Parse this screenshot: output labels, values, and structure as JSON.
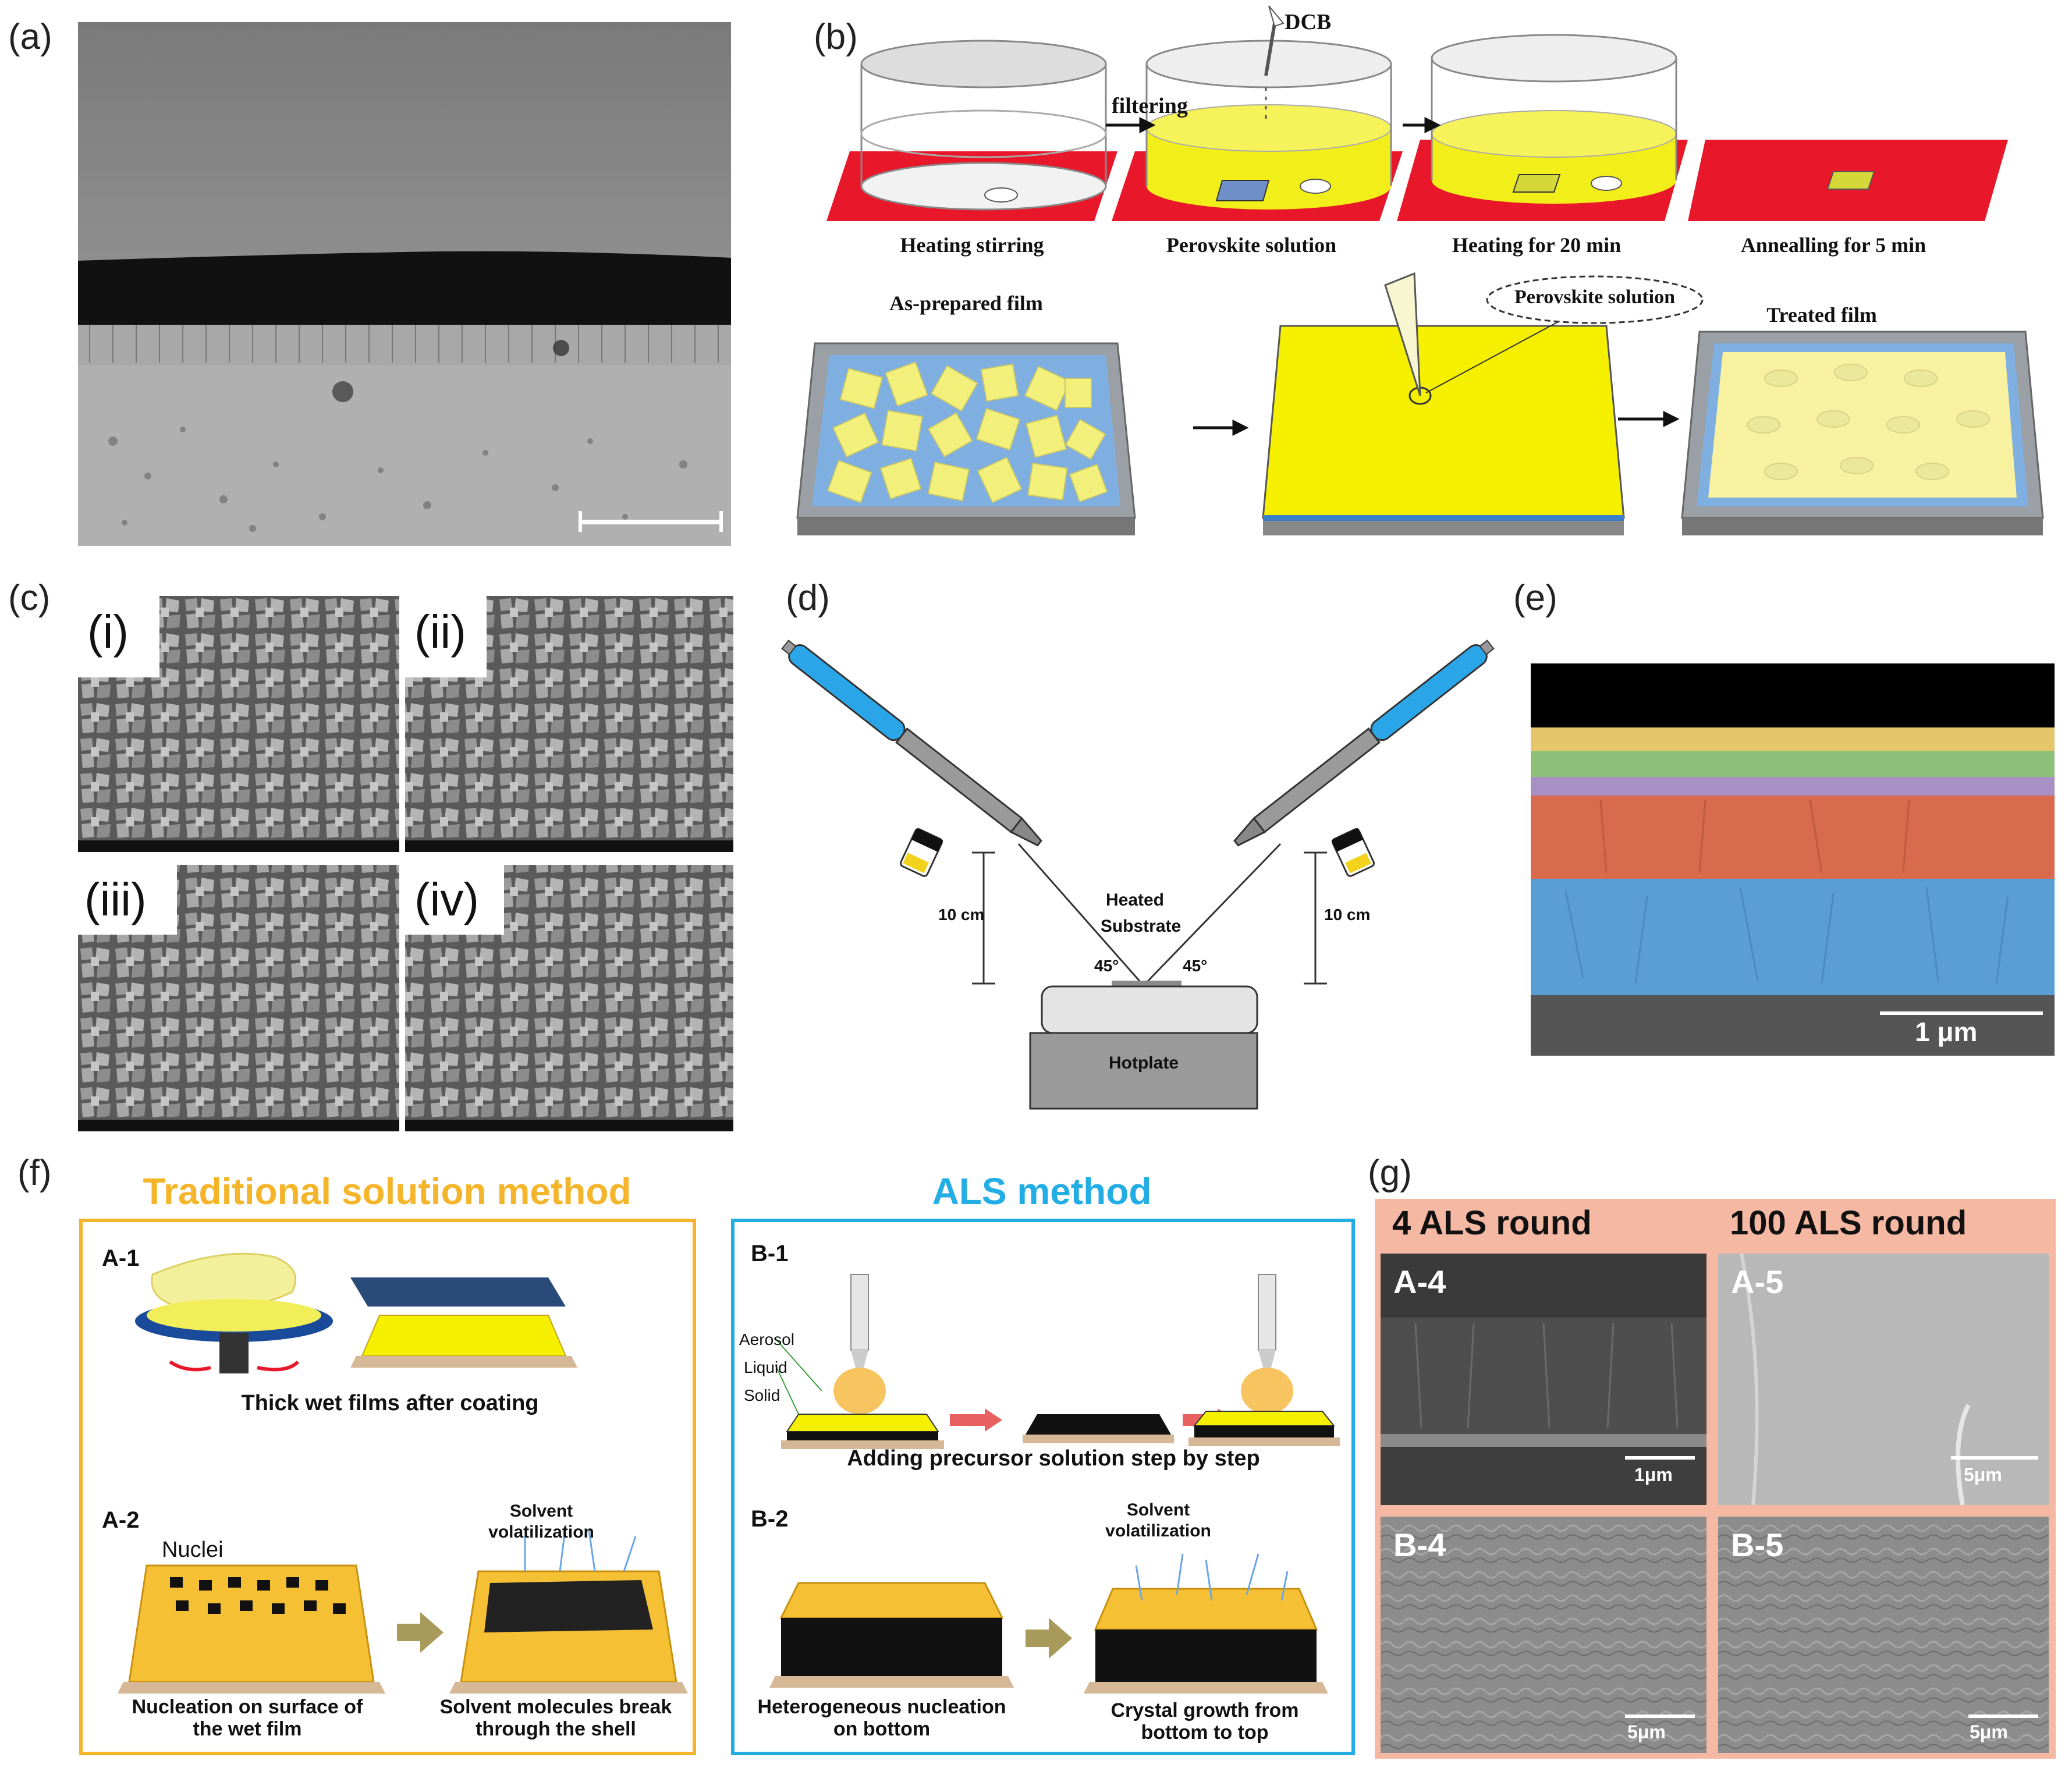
{
  "panels": {
    "a": {
      "label": "(a)"
    },
    "b": {
      "label": "(b)",
      "dcb": "DCB",
      "filtering": "filtering",
      "steps": [
        "Heating stirring",
        "Perovskite  solution",
        "Heating for 20 min",
        "Annealling for 5 min"
      ],
      "as_prepared": "As-prepared film",
      "perovskite_solution": "Perovskite  solution",
      "treated": "Treated film"
    },
    "c": {
      "label": "(c)",
      "subs": [
        "(i)",
        "(ii)",
        "(iii)",
        "(iv)"
      ]
    },
    "d": {
      "label": "(d)",
      "distance_left": "10 cm",
      "distance_right": "10 cm",
      "heated": "Heated",
      "substrate": "Substrate",
      "angle_left": "45°",
      "angle_right": "45°",
      "hotplate": "Hotplate"
    },
    "e": {
      "label": "(e)",
      "scale": "1 μm"
    },
    "f": {
      "label": "(f)",
      "traditional_title": "Traditional solution method",
      "als_title": "ALS method",
      "a1": "A-1",
      "a1_caption": "Thick wet films after coating",
      "a2": "A-2",
      "nuclei": "Nuclei",
      "solvent_vol_a": [
        "Solvent",
        "volatilization"
      ],
      "a2_caption_left": [
        "Nucleation on surface of",
        "the wet film"
      ],
      "a2_caption_right": [
        "Solvent molecules break",
        "through the shell"
      ],
      "b1": "B-1",
      "aerosol": "Aerosol",
      "liquid": "Liquid",
      "solid": "Solid",
      "b1_caption": "Adding precursor solution step by step",
      "b2": "B-2",
      "solvent_vol_b": [
        "Solvent",
        "volatilization"
      ],
      "b2_caption_left": [
        "Heterogeneous nucleation",
        "on bottom"
      ],
      "b2_caption_right": [
        "Crystal growth from",
        "bottom to top"
      ]
    },
    "g": {
      "label": "(g)",
      "col1": "4 ALS round",
      "col2": "100 ALS round",
      "tiles": [
        {
          "id": "A-4",
          "scale": "1μm"
        },
        {
          "id": "A-5",
          "scale": "5μm"
        },
        {
          "id": "B-4",
          "scale": "5μm"
        },
        {
          "id": "B-5",
          "scale": "5μm"
        }
      ]
    }
  },
  "colors": {
    "traditional": "#f5b52a",
    "als": "#22aee4",
    "g_background": "#f5b8a2",
    "hotplate_red": "#e8182a",
    "perovskite_yellow": "#f2ee1a",
    "spray_blue": "#2aa6e8"
  }
}
